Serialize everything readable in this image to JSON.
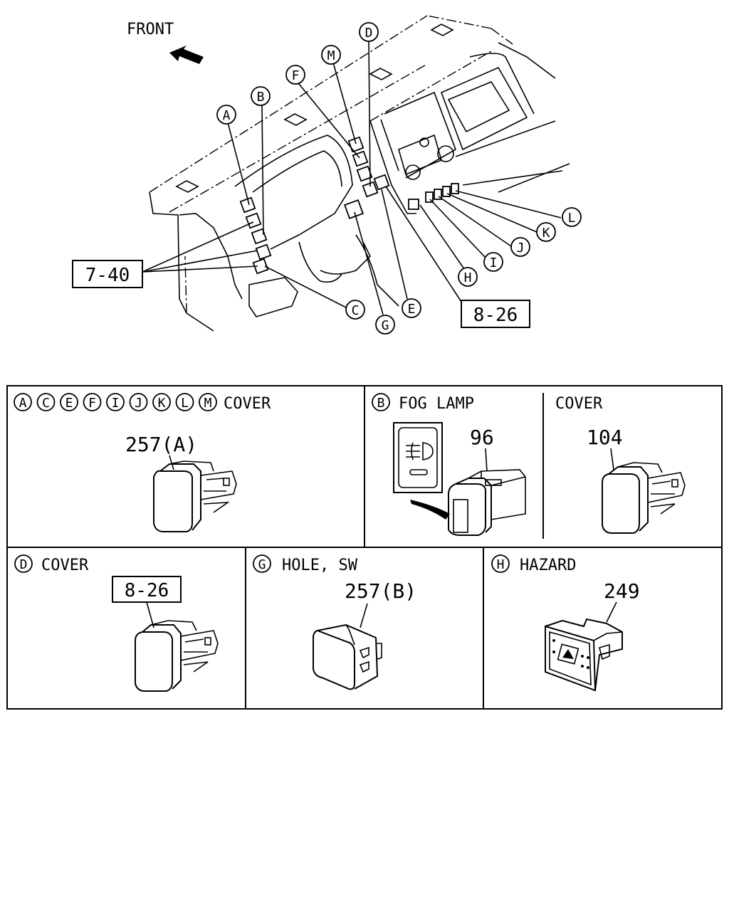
{
  "front_label": "FRONT",
  "callouts": {
    "A": "A",
    "B": "B",
    "C": "C",
    "D": "D",
    "E": "E",
    "F": "F",
    "G": "G",
    "H": "H",
    "I": "I",
    "J": "J",
    "K": "K",
    "L": "L",
    "M": "M"
  },
  "ref_boxes": {
    "left": "7-40",
    "right": "8-26"
  },
  "panels": {
    "p1": {
      "codes": [
        "A",
        "C",
        "E",
        "F",
        "I",
        "J",
        "K",
        "L",
        "M"
      ],
      "title": "COVER",
      "part": "257(A)"
    },
    "p2": {
      "code": "B",
      "title": "FOG LAMP",
      "part": "96"
    },
    "p3": {
      "title": "COVER",
      "part": "104"
    },
    "p4": {
      "code": "D",
      "title": "COVER",
      "ref": "8-26"
    },
    "p5": {
      "code": "G",
      "title": "HOLE, SW",
      "part": "257(B)"
    },
    "p6": {
      "code": "H",
      "title": "HAZARD",
      "part": "249"
    }
  }
}
